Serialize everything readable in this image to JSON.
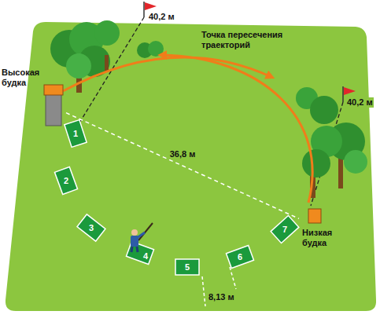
{
  "diagram": {
    "nodes": [
      {
        "text": [
          "Высокая будка"
        ]
      },
      {
        "text": [
          "1"
        ]
      },
      {
        "text": [
          "2"
        ]
      },
      {
        "text": [
          "3"
        ]
      },
      {
        "text": [
          "4"
        ]
      },
      {
        "text": [
          "5"
        ]
      },
      {
        "text": [
          "6"
        ]
      },
      {
        "text": [
          "7"
        ]
      },
      {
        "text": [
          "Низкая будка"
        ]
      }
    ],
    "edges": [
      {
        "from": 0,
        "to": 8,
        "label": "36,8 м",
        "arrow": "none"
      }
    ],
    "labels": [
      "40,2 м",
      "40,2 м",
      "Точка пересечения траекторий",
      "8,13 м"
    ]
  }
}
